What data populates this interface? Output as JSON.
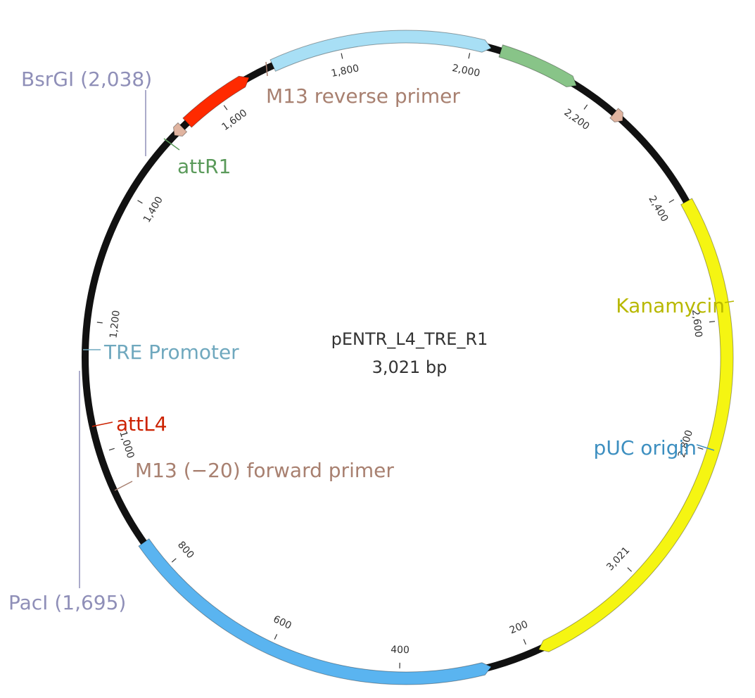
{
  "plasmid": {
    "name": "pENTR_L4_TRE_R1",
    "size_label": "3,021 bp",
    "length_bp": 3021
  },
  "ticks": [
    {
      "bp": 200,
      "label": "200"
    },
    {
      "bp": 400,
      "label": "400"
    },
    {
      "bp": 600,
      "label": "600"
    },
    {
      "bp": 800,
      "label": "800"
    },
    {
      "bp": 1000,
      "label": "1,000"
    },
    {
      "bp": 1200,
      "label": "1,200"
    },
    {
      "bp": 1400,
      "label": "1,400"
    },
    {
      "bp": 1600,
      "label": "1,600"
    },
    {
      "bp": 1800,
      "label": "1,800"
    },
    {
      "bp": 2000,
      "label": "2,000"
    },
    {
      "bp": 2200,
      "label": "2,200"
    },
    {
      "bp": 2400,
      "label": "2,400"
    },
    {
      "bp": 2600,
      "label": "2,600"
    },
    {
      "bp": 2800,
      "label": "2,800"
    },
    {
      "bp": 3021,
      "label": "3,021"
    }
  ],
  "features": [
    {
      "id": "kanamycin",
      "name": "Kanamycin",
      "start": 2412,
      "end": 3206,
      "direction": "forward",
      "color": "#f5f512",
      "label_color": "#b8b800"
    },
    {
      "id": "puc-origin",
      "name": "pUC origin",
      "start": 261,
      "end": 850,
      "direction": "reverse",
      "color": "#5ab4f0",
      "label_color": "#3d8fc0"
    },
    {
      "id": "tre-promoter",
      "name": "TRE Promoter",
      "start": 1695,
      "end": 2030,
      "direction": "forward",
      "color": "#a8dff5",
      "label_color": "#6fa8be"
    },
    {
      "id": "attr1",
      "name": "attR1",
      "start": 2045,
      "end": 2170,
      "direction": "forward",
      "color": "#88c488",
      "label_color": "#5a9a5a"
    },
    {
      "id": "attl4",
      "name": "attL4",
      "start": 1540,
      "end": 1655,
      "direction": "forward",
      "color": "#ff2a00",
      "label_color": "#cc2200"
    },
    {
      "id": "m13-rev",
      "name": "M13 reverse primer",
      "start": 2240,
      "end": 2257,
      "direction": "forward",
      "color": "#e0b4a0",
      "label_color": "#a88070"
    },
    {
      "id": "m13-fwd",
      "name": "M13 (−20) forward primer",
      "start": 1513,
      "end": 1530,
      "direction": "reverse",
      "color": "#e0b4a0",
      "label_color": "#a88070"
    }
  ],
  "sites": [
    {
      "id": "bsrgi",
      "label": "BsrGI (2,038)",
      "bp": 2038,
      "color": "#8f8fb8"
    },
    {
      "id": "paci",
      "label": "PacI (1,695)",
      "bp": 1695,
      "color": "#8f8fb8"
    }
  ]
}
